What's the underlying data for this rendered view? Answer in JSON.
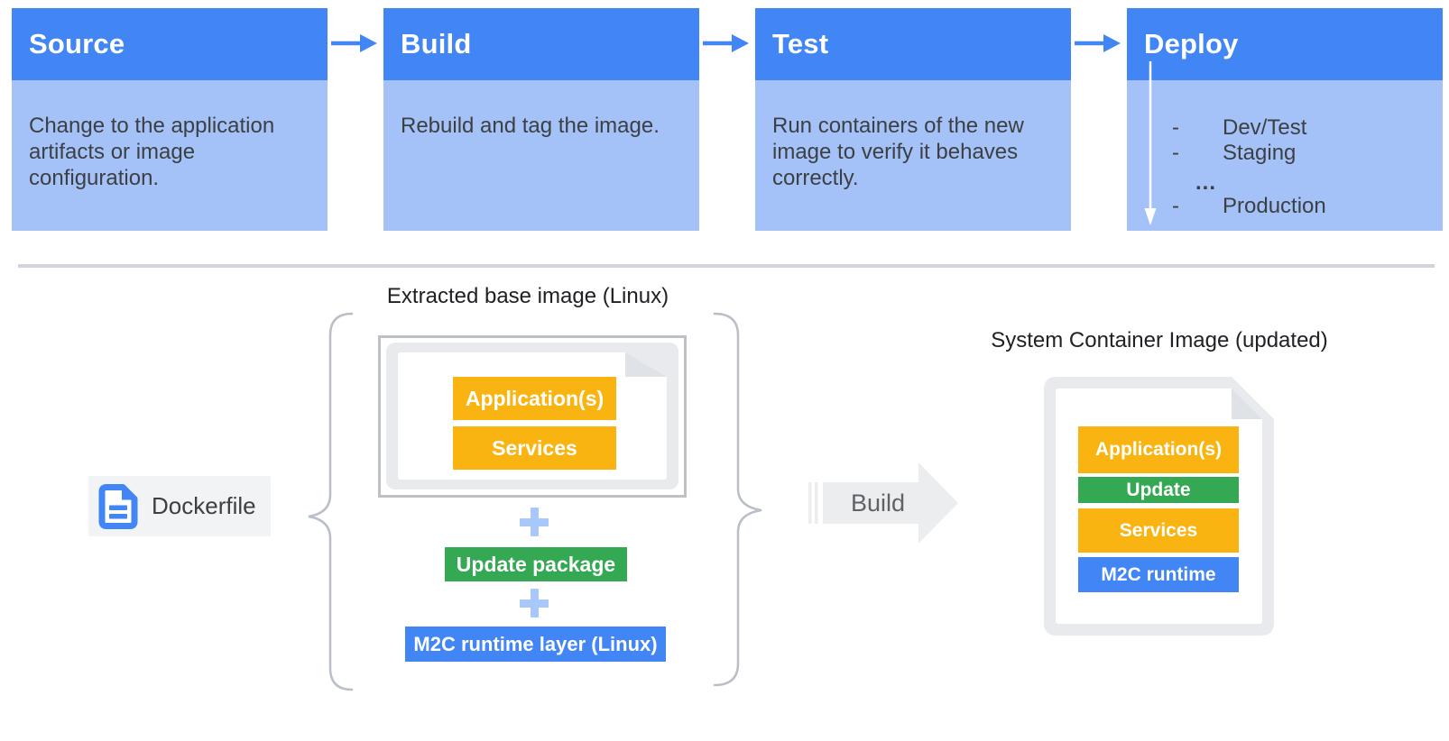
{
  "pipeline": {
    "stages": [
      {
        "title": "Source",
        "description": "Change to the application artifacts or image configuration."
      },
      {
        "title": "Build",
        "description": "Rebuild and tag the image."
      },
      {
        "title": "Test",
        "description": "Run containers of the new image to verify it behaves correctly."
      },
      {
        "title": "Deploy",
        "description": ""
      }
    ],
    "deploy_list": [
      {
        "bullet": "-",
        "label": "Dev/Test"
      },
      {
        "bullet": "-",
        "label": "Staging"
      },
      {
        "bullet": "",
        "label": "..."
      },
      {
        "bullet": "-",
        "label": "Production"
      }
    ]
  },
  "diagram": {
    "dockerfile_label": "Dockerfile",
    "base_image_title": "Extracted base image (Linux)",
    "base_layers": {
      "app": "Application(s)",
      "services": "Services"
    },
    "plus_symbol": "+",
    "update_package_label": "Update package",
    "runtime_layer_label": "M2C runtime layer (Linux)",
    "build_arrow_label": "Build",
    "result_title": "System Container Image (updated)",
    "result_layers": {
      "app": "Application(s)",
      "update": "Update",
      "services": "Services",
      "runtime": "M2C runtime"
    }
  },
  "icons": {
    "dockerfile": "document-icon",
    "stage_connector": "arrow-right-icon",
    "deploy_flow": "arrow-down-icon",
    "plus": "plus-icon",
    "build": "big-arrow-right-icon",
    "braces": "curly-brace"
  },
  "colors": {
    "header_blue": "#4285F4",
    "body_blue": "#A4C2F7",
    "yellow": "#F9B412",
    "green": "#34A853",
    "blue": "#4285F4",
    "plus_blue": "#A8C7FA",
    "gray_fill": "#E8EAED",
    "gray_border": "#BDC1C6",
    "text_dark": "#3C4043",
    "divider": "#D2D6DC"
  }
}
